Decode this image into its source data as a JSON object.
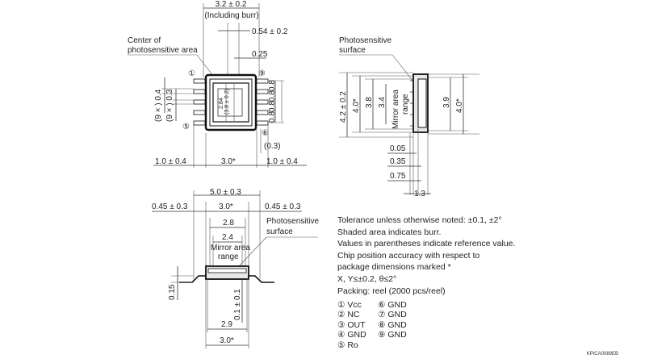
{
  "top_view": {
    "dim_width_burr": "3.2 ± 0.2",
    "burr_note": "(Including burr)",
    "dim_054": "0.54 ± 0.2",
    "dim_025": "0.25",
    "center_label": [
      "Center of",
      "photosensitive area"
    ],
    "pitch_04": "(9 × ) 0.4",
    "pitch_03": "(9 × ) 0.3",
    "pin_labels": [
      "①",
      "⑤",
      "⑨",
      "⑥"
    ],
    "right_pitch": [
      "0.8",
      "0.8",
      "0.8",
      "0.8"
    ],
    "chip_dim": "2.84",
    "chip_dim2": "(3.8 ± 0.2)",
    "ref_03": "(0.3)",
    "bottom_dims": [
      "1.0 ± 0.4",
      "3.0*",
      "1.0 ± 0.4"
    ]
  },
  "side_view": {
    "label": [
      "Photosensitive",
      "surface"
    ],
    "dim_height": "4.2 ± 0.2",
    "dim_40a": "4.0*",
    "dim_38": "3.8",
    "dim_34": "3.4",
    "mirror": [
      "Mirror area",
      "range"
    ],
    "dim_39": "3.9",
    "dim_40b": "4.0*",
    "stack_dims": [
      "0.05",
      "0.35",
      "0.75",
      "1.3"
    ]
  },
  "front_view": {
    "dim_50": "5.0 ± 0.3",
    "dim_left": "0.45 ± 0.3",
    "dim_30": "3.0*",
    "dim_right": "0.45 ± 0.3",
    "dim_28": "2.8",
    "label": [
      "Photosensitive",
      "surface"
    ],
    "dim_24": "2.4",
    "mirror": [
      "Mirror area",
      "range"
    ],
    "dim_015": "0.15",
    "dim_01": "0.1 ± 0.1",
    "dim_29": "2.9",
    "dim_30b": "3.0*"
  },
  "notes": [
    "Tolerance unless otherwise noted: ±0.1, ±2°",
    "Shaded area indicates burr.",
    "Values in parentheses indicate reference value.",
    "Chip position accuracy with respect to",
    "package dimensions marked *",
    "X, Y≤±0.2, θ≤2°",
    "Packing: reel (2000 pcs/reel)"
  ],
  "pins_left": [
    "① Vcc",
    "② NC",
    "③ OUT",
    "④ GND",
    "⑤ Ro"
  ],
  "pins_right": [
    "⑥ GND",
    "⑦ GND",
    "⑧ GND",
    "⑨ GND"
  ],
  "drawing_code": "KPICA0089EB"
}
